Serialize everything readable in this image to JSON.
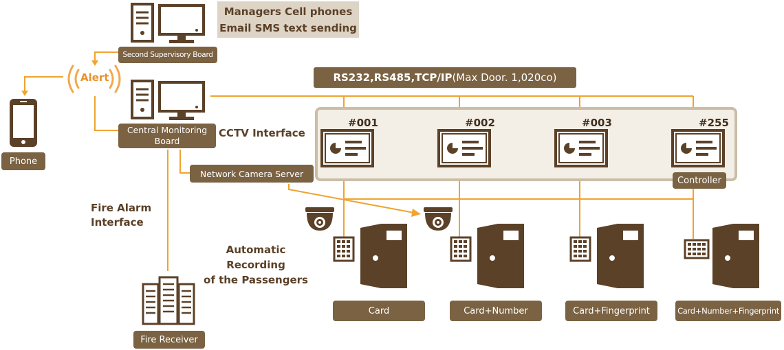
{
  "diagram": {
    "note_line1": "Managers Cell phones",
    "note_line2": "Email SMS text sending",
    "second_board": "Second Supervisory Board",
    "alert": "Alert",
    "phone": "Phone",
    "central_line1": "Central Monitoring",
    "central_line2": "Board",
    "cctv": "CCTV Interface",
    "protocol_bold": "RS232,RS485,TCP/IP",
    "protocol_rest": "(Max Door. 1,020co)",
    "controllers": [
      "#001",
      "#002",
      "#003",
      "#255"
    ],
    "controller_label": "Controller",
    "network_camera": "Network Camera Server",
    "fire_line1": "Fire Alarm",
    "fire_line2": "Interface",
    "recording_line1": "Automatic Recording",
    "recording_line2": "of the Passengers",
    "doors": [
      "Card",
      "Card+Number",
      "Card+Fingerprint",
      "Card+Number+Fingerprint"
    ],
    "fire_receiver": "Fire Receiver"
  },
  "colors": {
    "brown": "#7a6243",
    "dark_brown": "#5b4128",
    "orange": "#f0a32f",
    "alert_orange": "#e8922b",
    "panel_fill": "#f4efe6",
    "panel_border": "#cbbda6"
  }
}
